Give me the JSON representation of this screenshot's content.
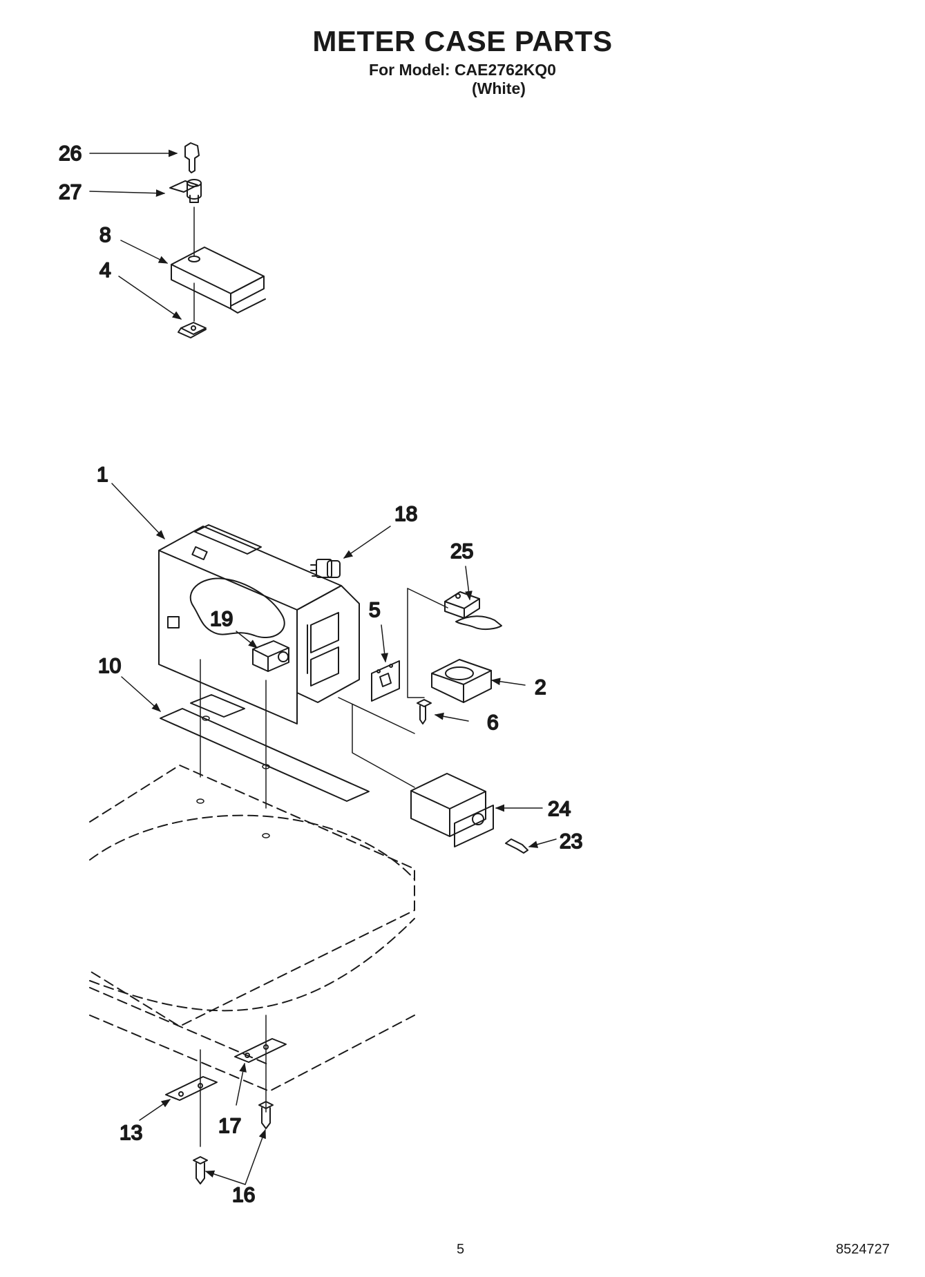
{
  "header": {
    "title": "METER CASE PARTS",
    "model_line": "For Model: CAE2762KQ0",
    "color_line": "(White)"
  },
  "callouts": {
    "c26": "26",
    "c27": "27",
    "c8": "8",
    "c4": "4",
    "c1": "1",
    "c18": "18",
    "c25": "25",
    "c5": "5",
    "c19": "19",
    "c10": "10",
    "c2": "2",
    "c6": "6",
    "c24": "24",
    "c23": "23",
    "c13": "13",
    "c17": "17",
    "c16": "16"
  },
  "footer": {
    "page_number": "5",
    "document_number": "8524727"
  }
}
